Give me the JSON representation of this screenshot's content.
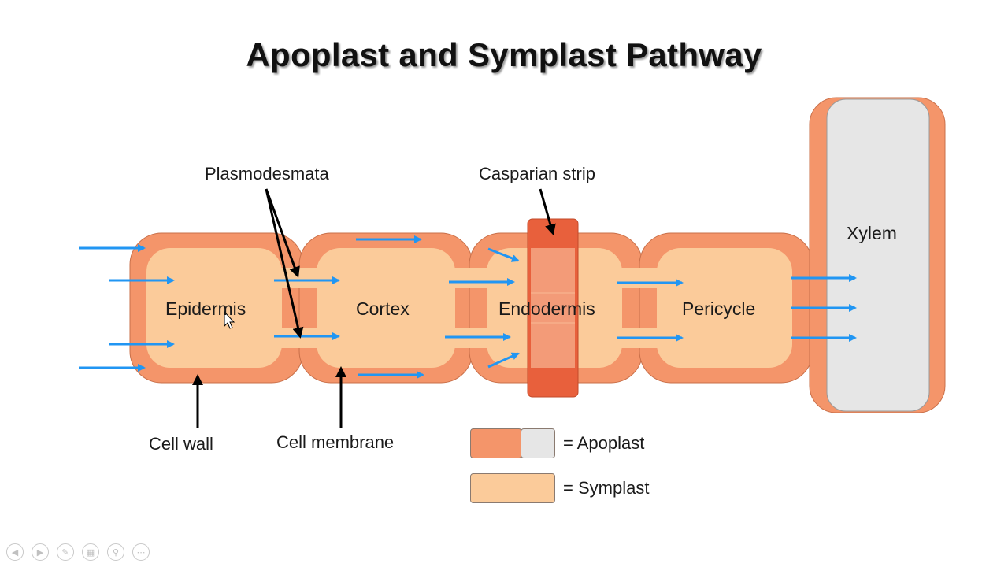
{
  "title": "Apoplast and Symplast Pathway",
  "cells": [
    "Epidermis",
    "Cortex",
    "Endodermis",
    "Pericycle"
  ],
  "xylem_label": "Xylem",
  "labels": {
    "plasmodesmata": "Plasmodesmata",
    "casparian_strip": "Casparian strip",
    "cell_wall": "Cell wall",
    "cell_membrane": "Cell membrane"
  },
  "legend": {
    "apoplast": "= Apoplast",
    "symplast": "= Symplast"
  },
  "colors": {
    "cell_wall": "#f4956a",
    "cytoplasm": "#fbcb9a",
    "casparian": "#e8603c",
    "xylem_lumen": "#e6e6e6",
    "flow_arrow": "#2196f3"
  },
  "toolbar_icons": [
    "previous-icon",
    "next-icon",
    "pen-icon",
    "slides-icon",
    "zoom-icon",
    "more-icon"
  ]
}
